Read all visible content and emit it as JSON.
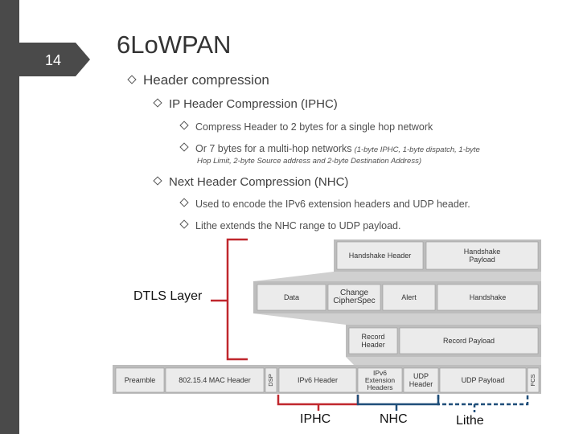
{
  "slide": {
    "number": "14",
    "title": "6LoWPAN"
  },
  "bullets": {
    "header_compression": "Header compression",
    "iphc": "IP Header Compression (IPHC)",
    "iphc_sub1": "Compress Header to 2 bytes for a single hop network",
    "iphc_sub2": "Or 7 bytes for a multi-hop networks",
    "iphc_sub2_note_a": "(1-byte IPHC, 1-byte dispatch, 1-byte",
    "iphc_sub2_note_b": "Hop Limit, 2-byte Source address and 2-byte Destination Address)",
    "nhc": "Next Header Compression (NHC)",
    "nhc_sub1": "Used to encode the IPv6 extension headers and UDP header.",
    "nhc_sub2": "Lithe extends the NHC range to UDP payload."
  },
  "diagram": {
    "handshake_header": "Handshake Header",
    "handshake_payload": "Handshake Payload",
    "data": "Data",
    "change_cipher_spec": "Change CipherSpec",
    "alert": "Alert",
    "handshake": "Handshake",
    "record_header": "Record Header",
    "record_payload": "Record Payload",
    "preamble": "Preamble",
    "mac_header": "802.15.4 MAC Header",
    "dsp": "DSP",
    "ipv6_header": "IPv6 Header",
    "ipv6_ext_headers": "IPv6 Extension Headers",
    "udp_header": "UDP Header",
    "udp_payload": "UDP Payload",
    "fcs": "FCS",
    "dtls_layer": "DTLS Layer",
    "label_iphc": "IPHC",
    "label_nhc": "NHC",
    "label_lithe": "Lithe",
    "colors": {
      "bracket_red": "#c0272d",
      "bracket_blue": "#1f4e79",
      "band_gray": "#bdbdbd",
      "box_fill": "#ebebeb"
    }
  }
}
